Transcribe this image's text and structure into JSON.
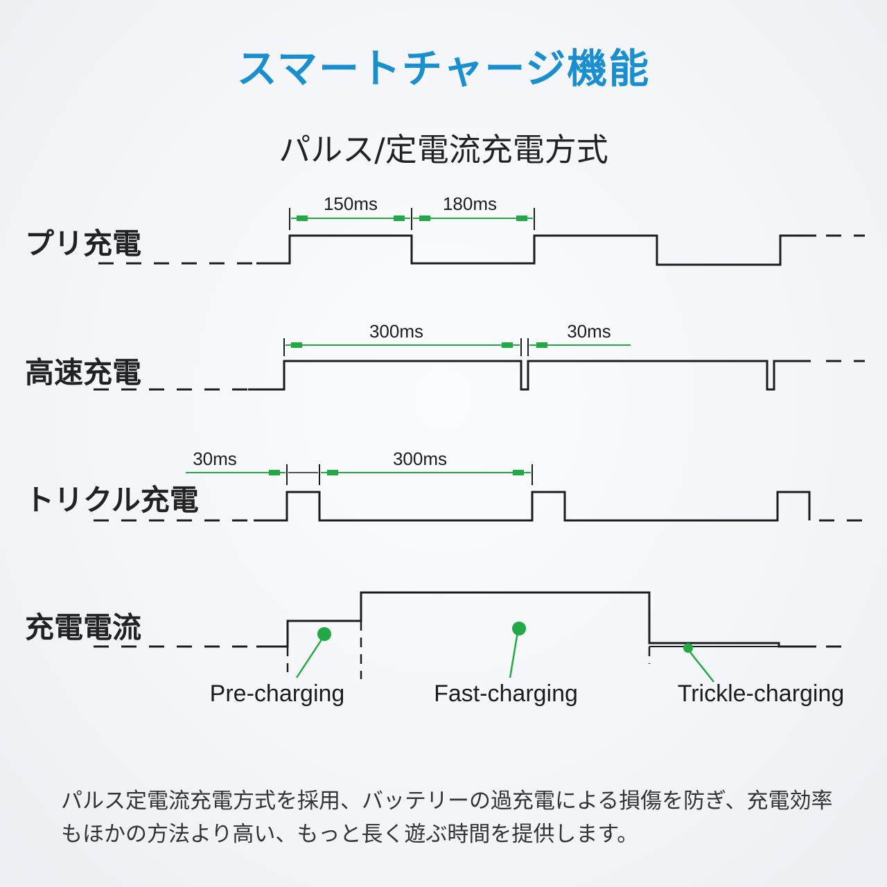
{
  "header": {
    "title": "スマートチャージ機能",
    "subtitle": "パルス/定電流充電方式"
  },
  "rows": [
    {
      "label": "プリ充電",
      "durations": [
        "150ms",
        "180ms"
      ]
    },
    {
      "label": "高速充電",
      "durations": [
        "300ms",
        "30ms"
      ]
    },
    {
      "label": "トリクル充電",
      "durations": [
        "30ms",
        "300ms"
      ]
    },
    {
      "label": "充電電流"
    }
  ],
  "phases": [
    "Pre-charging",
    "Fast-charging",
    "Trickle-charging"
  ],
  "description": "パルス定電流充電方式を採用、バッテリーの過充電による損傷を防ぎ、充電効率もほかの方法より高い、もっと長く遊ぶ時間を提供します。",
  "colors": {
    "title": "#1a8fcf",
    "marker": "#22a845",
    "waveform": "#1c1c1c"
  }
}
